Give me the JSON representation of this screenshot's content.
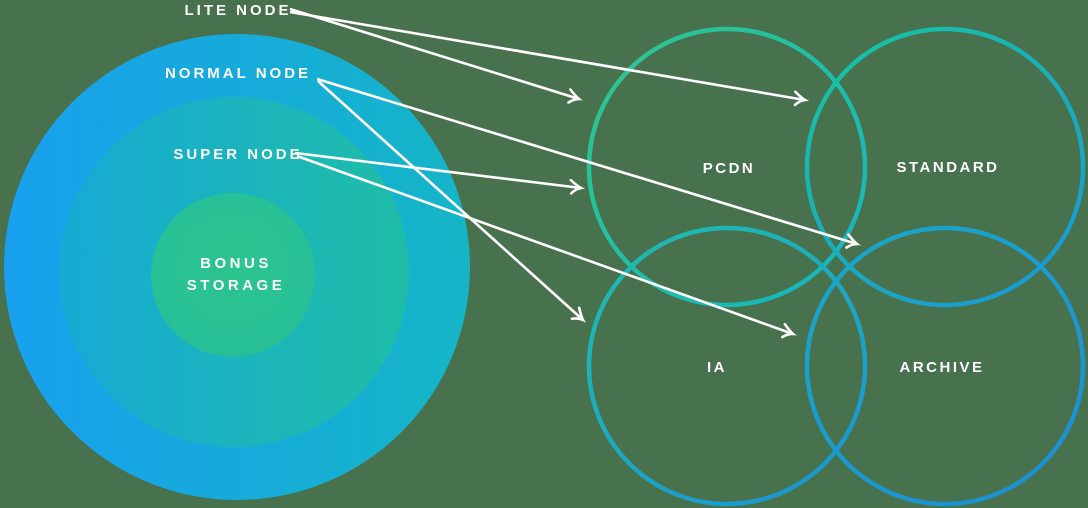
{
  "diagram": {
    "type": "node-to-storage-class-mapping",
    "labels": {
      "lite_node": "LITE NODE",
      "normal_node": "NORMAL NODE",
      "super_node": "SUPER NODE",
      "bonus_line1": "BONUS",
      "bonus_line2": "STORAGE",
      "pcdn": "PCDN",
      "standard": "STANDARD",
      "ia": "IA",
      "archive": "ARCHIVE"
    },
    "node_layers": [
      "LITE NODE",
      "NORMAL NODE",
      "SUPER NODE",
      "BONUS STORAGE"
    ],
    "storage_classes": [
      "PCDN",
      "STANDARD",
      "IA",
      "ARCHIVE"
    ],
    "connections": [
      {
        "from": "LITE NODE",
        "to": "PCDN"
      },
      {
        "from": "LITE NODE",
        "to": "STANDARD"
      },
      {
        "from": "NORMAL NODE",
        "to": "STANDARD"
      },
      {
        "from": "NORMAL NODE",
        "to": "IA"
      },
      {
        "from": "SUPER NODE",
        "to": "PCDN"
      },
      {
        "from": "SUPER NODE",
        "to": "ARCHIVE"
      }
    ],
    "colors": {
      "background": "#48714e",
      "text": "#ffffff",
      "arrow": "#ffffff",
      "ring_outer_from": "#18a0ef",
      "ring_outer_to": "#15b5c6",
      "ring_middle_from": "#16aad5",
      "ring_middle_to": "#1fbda7",
      "ring_inner_center": "#2dc48e",
      "ring_inner_edge": "#25bd9b",
      "pcdn_from": "#2ec88b",
      "pcdn_to": "#14b4c2",
      "standard_from": "#17c2a4",
      "standard_to": "#1b98d4",
      "ia_from": "#1fbcae",
      "ia_to": "#1b95d2",
      "archive_from": "#1aa6c9",
      "archive_to": "#1c8fd3"
    }
  }
}
